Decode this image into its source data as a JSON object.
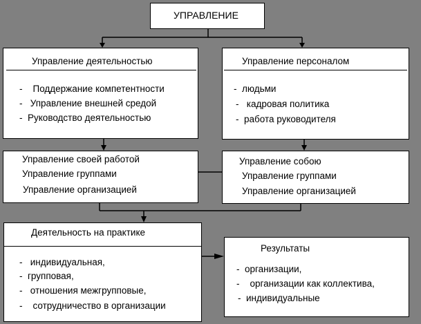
{
  "top": {
    "title": "УПРАВЛЕНИЕ"
  },
  "activity": {
    "title": "Управление деятельностью",
    "items": [
      "-    Поддержание компетентности",
      "-   Управление внешней средой",
      "-  Руководство деятельностью"
    ]
  },
  "personnel": {
    "title": "Управление персоналом",
    "items": [
      "-  людьми",
      "-   кадровая политика",
      "-  работа руководителя"
    ]
  },
  "levels_left": {
    "items": [
      "Управление своей работой",
      "Управление группами",
      "Управление организацией"
    ]
  },
  "levels_right": {
    "items": [
      "Управление собою",
      "Управление группами",
      "Управление организацией"
    ]
  },
  "practice": {
    "title": "Деятельность на практике",
    "items": [
      "-   индивидуальная,",
      "-  групповая,",
      "-   отношения межгрупповые,",
      "-    сотрудничество в организации"
    ]
  },
  "results": {
    "title": "Результаты",
    "items": [
      "-  организации,",
      "-    организации как коллектива,",
      "-  индивидуальные"
    ]
  }
}
